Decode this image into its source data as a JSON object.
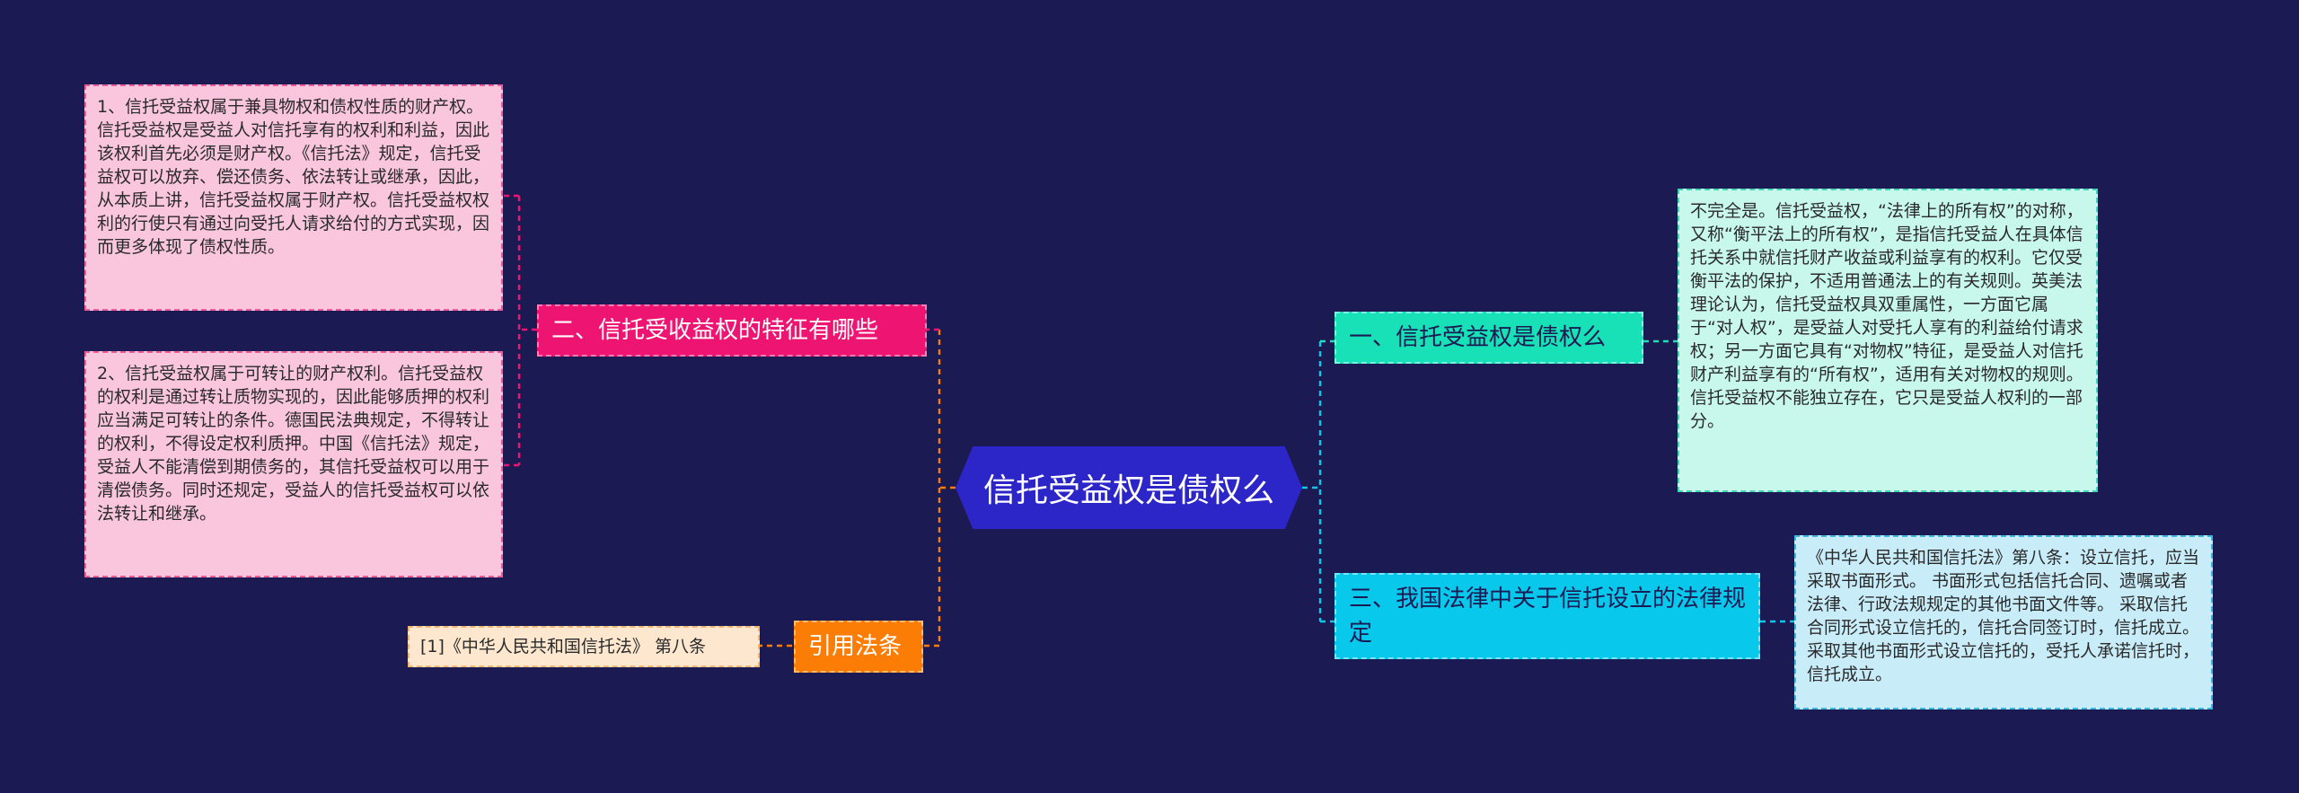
{
  "colors": {
    "background": "#1b1a52",
    "center": "#2c26c9",
    "pink": "#ee1471",
    "teal": "#18e0b7",
    "blue": "#08c8ec",
    "orange": "#fc7d05"
  },
  "center": {
    "label": "信托受益权是债权么"
  },
  "left": {
    "features": {
      "label": "二、信托受收益权的特征有哪些",
      "items": [
        "1、信托受益权属于兼具物权和债权性质的财产权。信托受益权是受益人对信托享有的权利和利益，因此该权利首先必须是财产权。《信托法》规定，信托受益权可以放弃、偿还债务、依法转让或继承，因此，从本质上讲，信托受益权属于财产权。信托受益权权利的行使只有通过向受托人请求给付的方式实现，因而更多体现了债权性质。",
        "2、信托受益权属于可转让的财产权利。信托受益权的权利是通过转让质物实现的，因此能够质押的权利应当满足可转让的条件。德国民法典规定，不得转让的权利，不得设定权利质押。中国《信托法》规定，受益人不能清偿到期债务的，其信托受益权可以用于清偿债务。同时还规定，受益人的信托受益权可以依法转让和继承。"
      ]
    },
    "citation": {
      "label": "引用法条",
      "items": [
        "[1]《中华人民共和国信托法》 第八条"
      ]
    }
  },
  "right": {
    "is_debt": {
      "label": "一、信托受益权是债权么",
      "items": [
        "不完全是。信托受益权，“法律上的所有权”的对称，又称“衡平法上的所有权”，是指信托受益人在具体信托关系中就信托财产收益或利益享有的权利。它仅受衡平法的保护，不适用普通法上的有关规则。英美法理论认为，信托受益权具双重属性，一方面它属于“对人权”，是受益人对受托人享有的利益给付请求权；另一方面它具有“对物权”特征，是受益人对信托财产利益享有的“所有权”，适用有关对物权的规则。信托受益权不能独立存在，它只是受益人权利的一部分。"
      ]
    },
    "law": {
      "label": "三、我国法律中关于信托设立的法律规定",
      "items": [
        "《中华人民共和国信托法》第八条：设立信托，应当采取书面形式。 书面形式包括信托合同、遗嘱或者法律、行政法规规定的其他书面文件等。 采取信托合同形式设立信托的，信托合同签订时，信托成立。采取其他书面形式设立信托的，受托人承诺信托时，信托成立。"
      ]
    }
  }
}
